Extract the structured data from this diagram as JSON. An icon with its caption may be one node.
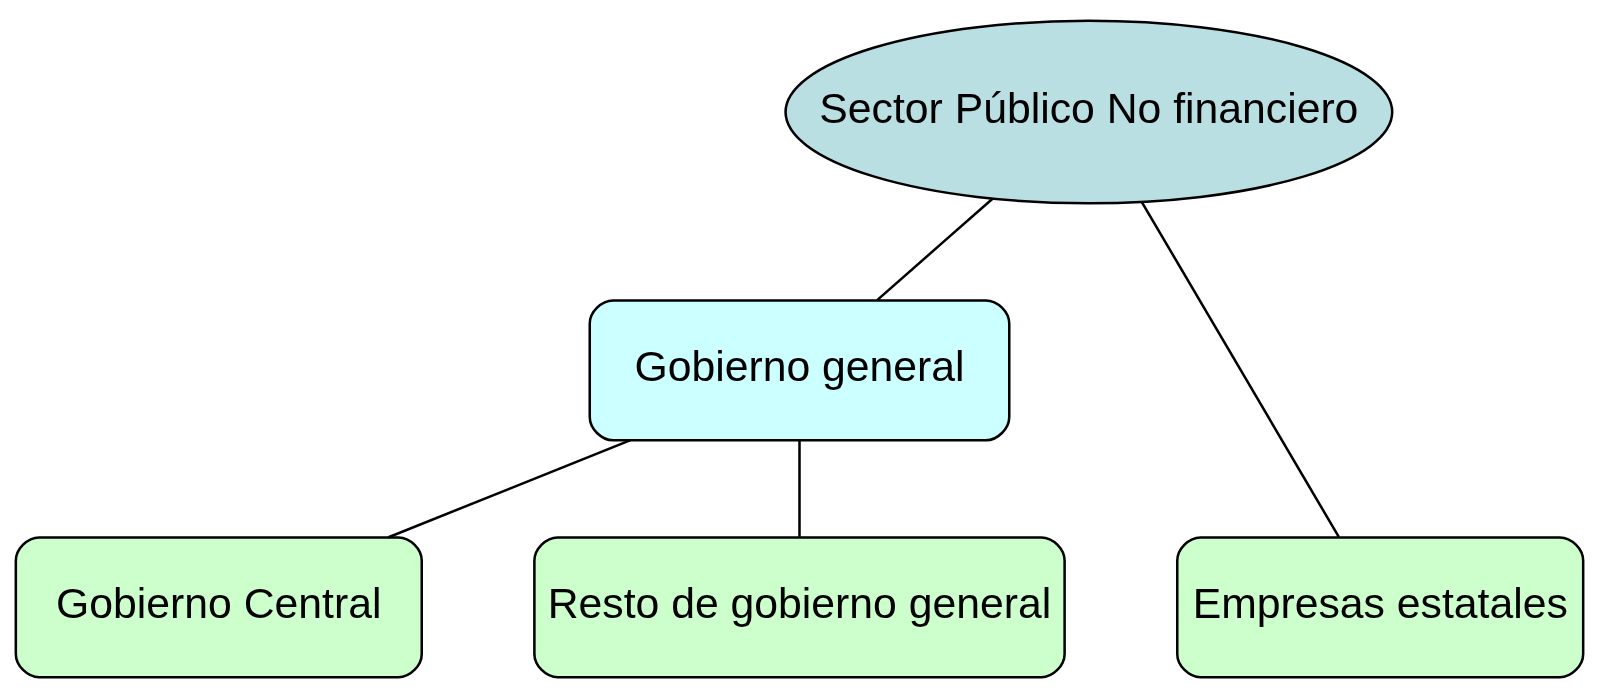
{
  "diagram": {
    "nodes": [
      {
        "text": [
          "Sector Público No financiero"
        ]
      },
      {
        "text": [
          "Gobierno general"
        ]
      },
      {
        "text": [
          "Gobierno Central"
        ]
      },
      {
        "text": [
          "Resto de gobierno general"
        ]
      },
      {
        "text": [
          "Empresas estatales"
        ]
      }
    ],
    "edges": [
      {
        "from": 0,
        "to": 1,
        "arrow": "none"
      },
      {
        "from": 0,
        "to": 4,
        "arrow": "none"
      },
      {
        "from": 1,
        "to": 2,
        "arrow": "none"
      },
      {
        "from": 1,
        "to": 3,
        "arrow": "none"
      }
    ]
  }
}
